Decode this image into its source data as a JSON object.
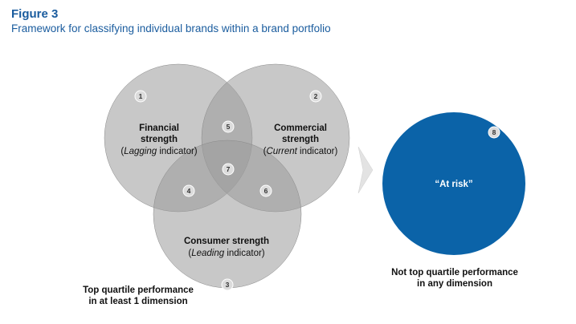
{
  "figure": {
    "title": "Figure 3",
    "subtitle": "Framework for classifying individual brands within a brand portfolio"
  },
  "venn": {
    "circles": [
      {
        "id": "financial",
        "name_line1": "Financial",
        "name_line2": "strength",
        "indicator_italic": "Lagging",
        "indicator_rest": " indicator)",
        "badge": "1"
      },
      {
        "id": "commercial",
        "name_line1": "Commercial",
        "name_line2": "strength",
        "indicator_italic": "Current",
        "indicator_rest": " indicator)",
        "badge": "2"
      },
      {
        "id": "consumer",
        "name_line1": "Consumer strength",
        "name_line2": "",
        "indicator_italic": "Leading",
        "indicator_rest": " indicator)",
        "badge": "3"
      }
    ],
    "overlap_badges": {
      "financial_commercial": "5",
      "all_three": "7",
      "financial_consumer": "4",
      "commercial_consumer": "6"
    },
    "caption_line1": "Top quartile performance",
    "caption_line2": "in at least 1 dimension"
  },
  "at_risk": {
    "label": "“At risk”",
    "badge": "8",
    "caption_line1": "Not top quartile performance",
    "caption_line2": "in any dimension"
  },
  "colors": {
    "title": "#1a5c9e",
    "venn_fill": "#9a9a9a",
    "at_risk_fill": "#0b63a8",
    "arrow": "#e3e3e3"
  }
}
